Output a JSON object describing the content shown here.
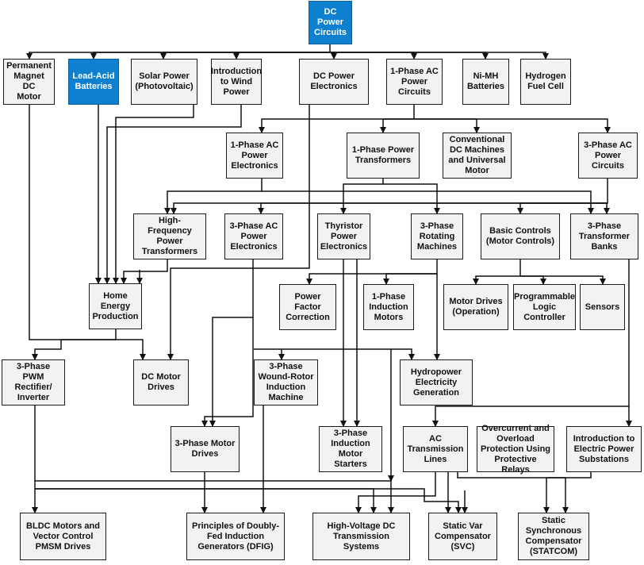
{
  "colors": {
    "node_fill": "#f2f2f2",
    "highlight_fill": "#0f80d0",
    "line": "#111111",
    "highlight_text": "#ffffff"
  },
  "nodes": {
    "dc_power_circuits": "DC Power\nCircuits",
    "pm_dc_motor": "Permanent\nMagnet DC\nMotor",
    "lead_acid": "Lead-Acid\nBatteries",
    "solar": "Solar Power\n(Photovoltaic)",
    "wind": "Introduction\nto Wind\nPower",
    "dc_power_electronics": "DC Power\nElectronics",
    "ac1_power_circuits": "1-Phase AC\nPower\nCircuits",
    "nimh": "Ni-MH\nBatteries",
    "hydrogen": "Hydrogen\nFuel Cell",
    "ac1_power_electronics": "1-Phase AC\nPower\nElectronics",
    "ac1_transformers": "1-Phase Power\nTransformers",
    "conv_dc_machines": "Conventional\nDC Machines\nand Universal\nMotor",
    "ac3_power_circuits": "3-Phase AC\nPower\nCircuits",
    "hf_transformers": "High-Frequency\nPower\nTransformers",
    "ac3_power_electronics": "3-Phase AC\nPower\nElectronics",
    "thyristor": "Thyristor\nPower\nElectronics",
    "rotating_3ph": "3-Phase\nRotating\nMachines",
    "basic_controls": "Basic Controls\n(Motor Controls)",
    "transformer_banks": "3-Phase\nTransformer\nBanks",
    "home_energy": "Home\nEnergy\nProduction",
    "pf_correction": "Power Factor\nCorrection",
    "induction_1ph": "1-Phase\nInduction\nMotors",
    "motor_drives_op": "Motor Drives\n(Operation)",
    "plc": "Programmable\nLogic\nController",
    "sensors": "Sensors",
    "pwm_rectifier": "3-Phase PWM\nRectifier/\nInverter",
    "dc_motor_drives": "DC Motor\nDrives",
    "wound_rotor": "3-Phase\nWound-Rotor\nInduction\nMachine",
    "hydropower": "Hydropower\nElectricity\nGeneration",
    "motor_drives_3ph": "3-Phase Motor\nDrives",
    "induction_starters": "3-Phase\nInduction\nMotor Starters",
    "ac_transmission": "AC\nTransmission\nLines",
    "overcurrent": "Overcurrent and\nOverload\nProtection Using\nProtective Relays",
    "substations": "Introduction to\nElectric Power\nSubstations",
    "bldc": "BLDC Motors and\nVector Control\nPMSM Drives",
    "dfig": "Principles of Doubly-\nFed Induction\nGenerators (DFIG)",
    "hvdc": "High-Voltage DC\nTransmission Systems",
    "svc": "Static Var\nCompensator\n(SVC)",
    "statcom": "Static\nSynchronous\nCompensator\n(STATCOM)"
  }
}
